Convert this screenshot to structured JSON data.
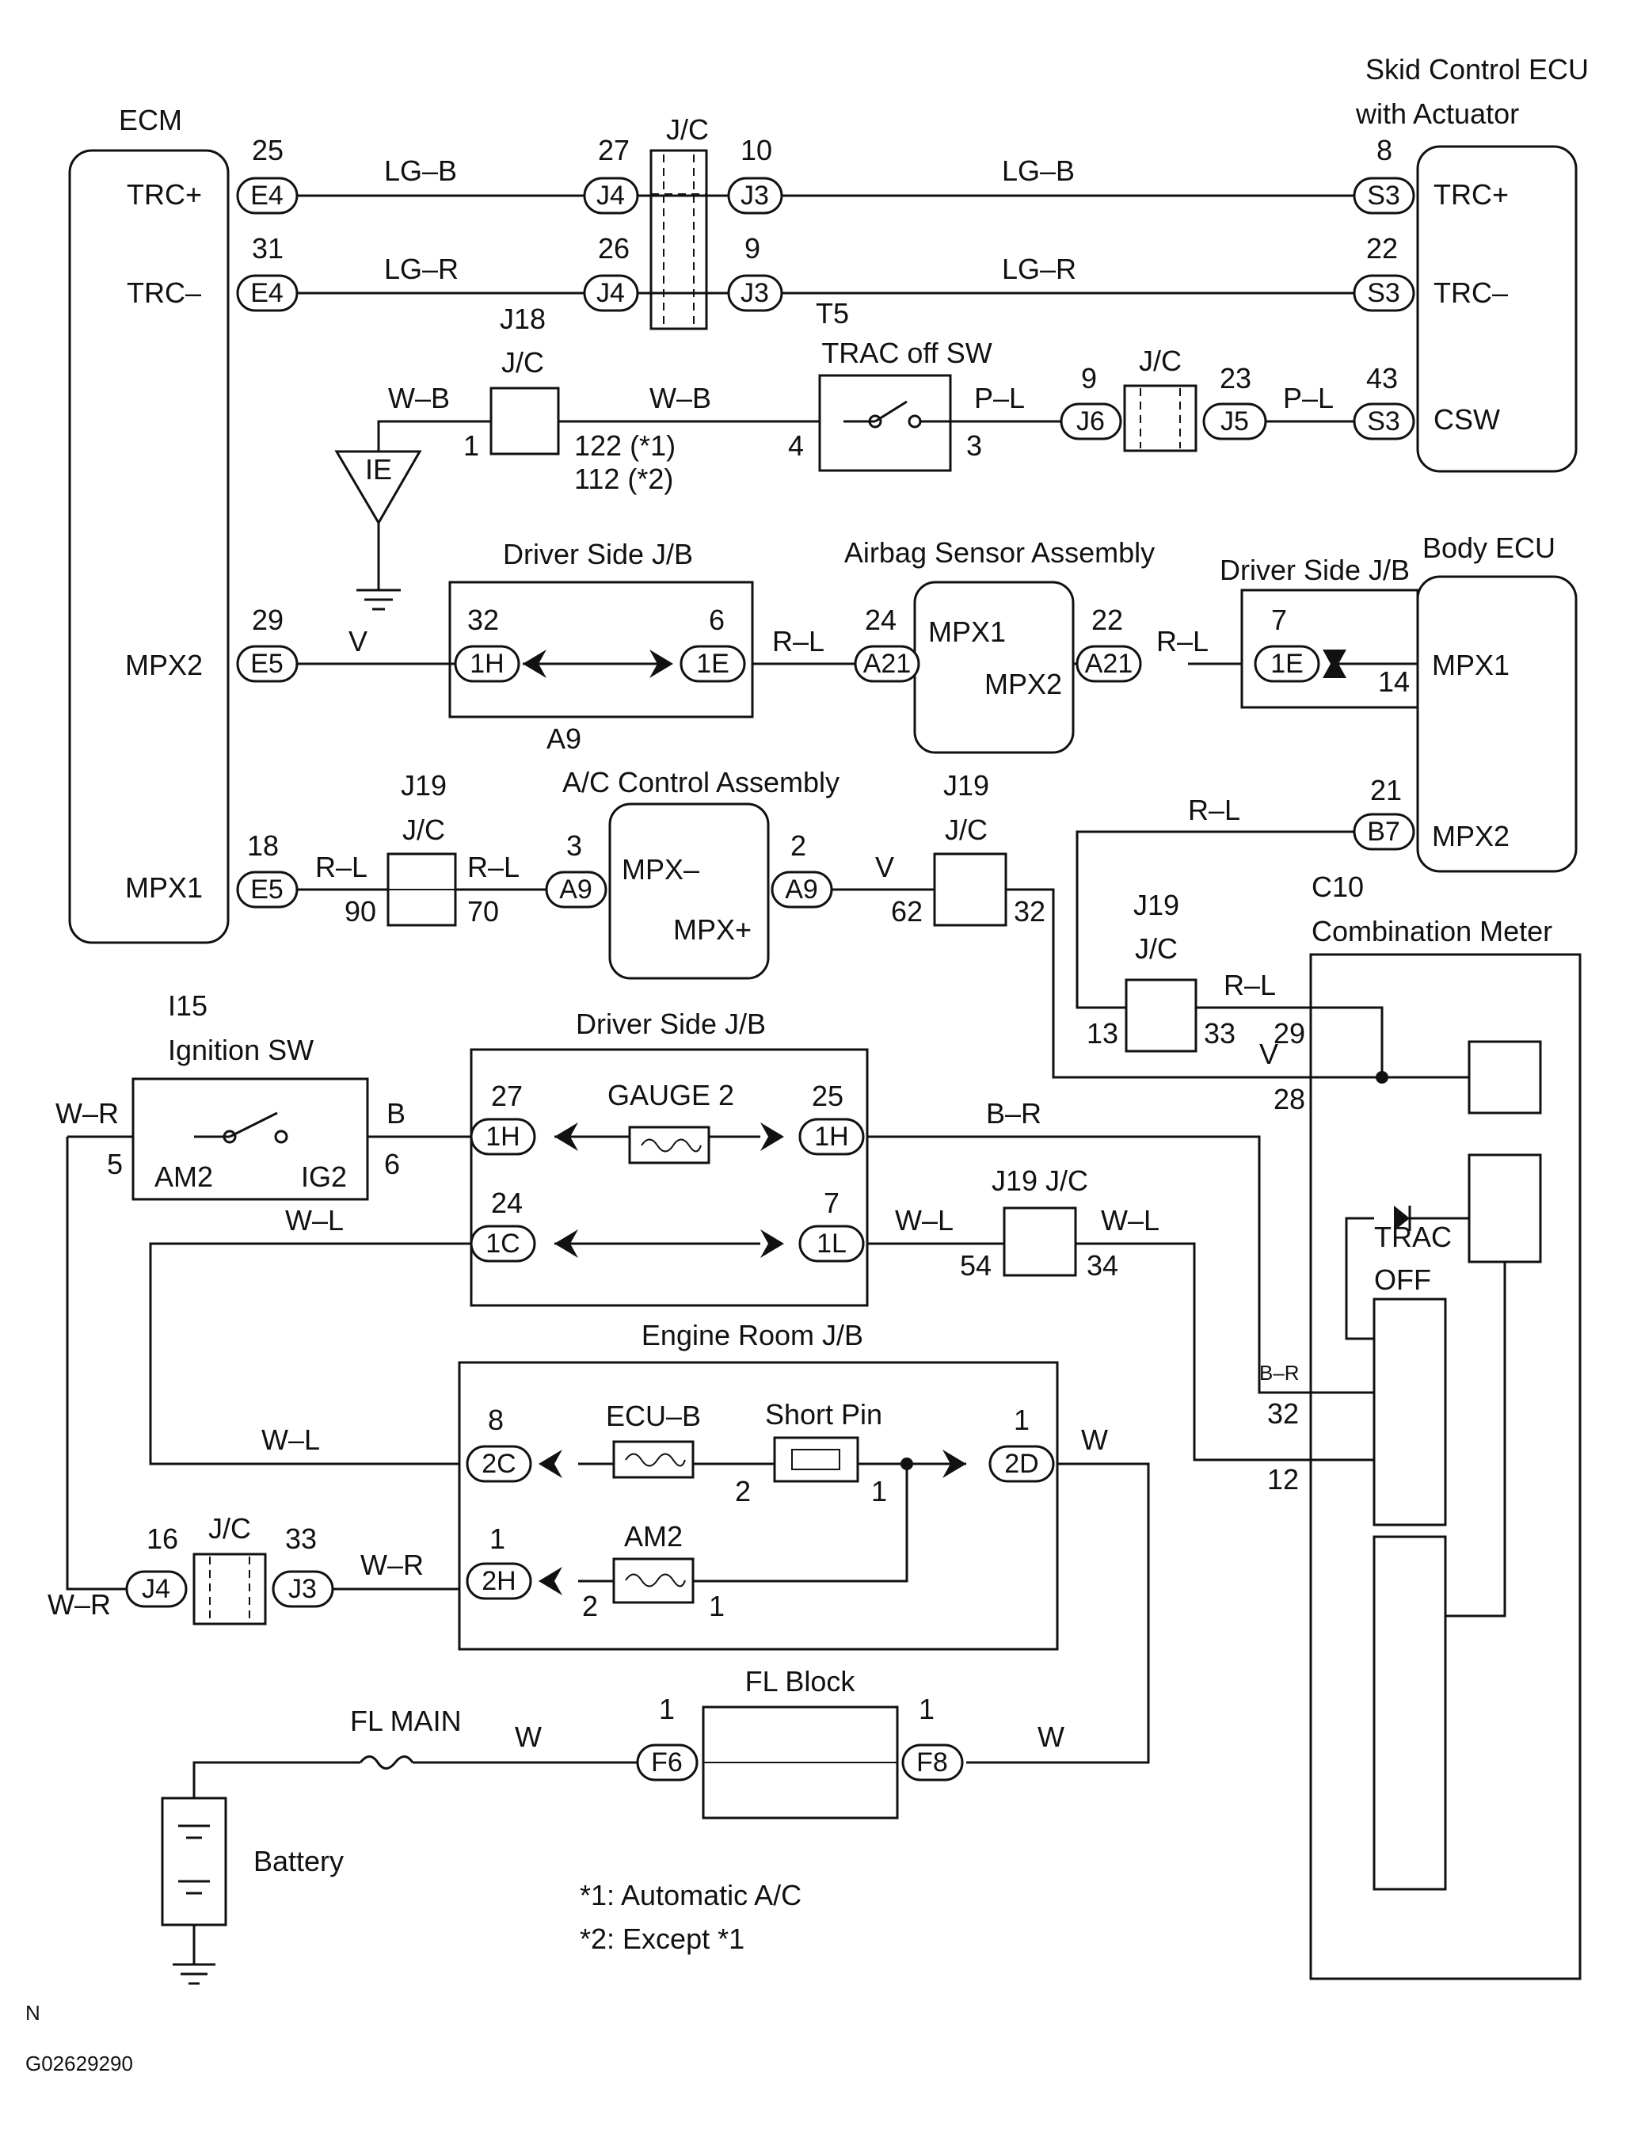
{
  "components": {
    "ecm": "ECM",
    "skid_ecu_line1": "Skid Control ECU",
    "skid_ecu_line2": "with Actuator",
    "trac_off_sw": "TRAC off SW",
    "driver_jb_1": "Driver Side J/B",
    "airbag": "Airbag Sensor Assembly",
    "driver_jb_2": "Driver Side J/B",
    "body_ecu": "Body ECU",
    "ac_control": "A/C Control Assembly",
    "ignition_id": "I15",
    "ignition": "Ignition SW",
    "driver_jb_3": "Driver Side J/B",
    "meter_id": "C10",
    "meter": "Combination Meter",
    "engine_jb": "Engine Room J/B",
    "fl_block": "FL Block",
    "fl_main": "FL MAIN",
    "battery": "Battery",
    "ground_ie": "IE"
  },
  "terminals": {
    "ecm_trc_plus": "TRC+",
    "ecm_trc_minus": "TRC–",
    "ecm_mpx2": "MPX2",
    "ecm_mpx1": "MPX1",
    "skid_trc_plus": "TRC+",
    "skid_trc_minus": "TRC–",
    "skid_csw": "CSW",
    "airbag_mpx1": "MPX1",
    "airbag_mpx2": "MPX2",
    "body_mpx1": "MPX1",
    "body_mpx2": "MPX2",
    "ac_mpx_minus": "MPX–",
    "ac_mpx_plus": "MPX+",
    "ign_am2": "AM2",
    "ign_ig2": "IG2",
    "gauge2": "GAUGE 2",
    "ecu_b": "ECU–B",
    "short_pin": "Short Pin",
    "am2_fuse": "AM2",
    "trac_off_lamp_1": "TRAC",
    "trac_off_lamp_2": "OFF"
  },
  "junctions": {
    "jc": "J/C",
    "j18": "J18",
    "j19": "J19",
    "j19_jc": "J19 J/C",
    "t5": "T5",
    "a9": "A9"
  },
  "connectors": {
    "e4a": "E4",
    "e4b": "E4",
    "e5a": "E5",
    "e5b": "E5",
    "j4a": "J4",
    "j4b": "J4",
    "j3a": "J3",
    "j3b": "J3",
    "s3a": "S3",
    "s3b": "S3",
    "s3c": "S3",
    "j6": "J6",
    "j5": "J5",
    "h1a": "1H",
    "e1a": "1E",
    "a21a": "A21",
    "a21b": "A21",
    "e1b": "1E",
    "b7": "B7",
    "a9a": "A9",
    "a9b": "A9",
    "h1b": "1H",
    "h1c": "1H",
    "c1": "1C",
    "l1": "1L",
    "c2": "2C",
    "d2": "2D",
    "h2": "2H",
    "j4c": "J4",
    "j3c": "J3",
    "f6": "F6",
    "f8": "F8"
  },
  "wire_colors": {
    "lgb1": "LG–B",
    "lgb2": "LG–B",
    "lgr1": "LG–R",
    "lgr2": "LG–R",
    "wb1": "W–B",
    "wb2": "W–B",
    "pl1": "P–L",
    "pl2": "P–L",
    "v1": "V",
    "rl1": "R–L",
    "rl2": "R–L",
    "rl3": "R–L",
    "rl4": "R–L",
    "rl5": "R–L",
    "v2": "V",
    "rl6": "R–L",
    "v3": "V",
    "wr1": "W–R",
    "b1": "B",
    "br1": "B–R",
    "wl1": "W–L",
    "wl2": "W–L",
    "wl3": "W–L",
    "br2": "B–R",
    "wl4": "W–L",
    "w1": "W",
    "wr2": "W–R",
    "wr3": "W–R",
    "w2": "W",
    "w3": "W"
  },
  "pins": {
    "p25": "25",
    "p27": "27",
    "p10": "10",
    "p8": "8",
    "p31": "31",
    "p26": "26",
    "p9": "9",
    "p22": "22",
    "p1a": "1",
    "p122": "122 (*1)",
    "p112": "112 (*2)",
    "p4": "4",
    "p3": "3",
    "p9b": "9",
    "p23": "23",
    "p43": "43",
    "p29": "29",
    "p32": "32",
    "p6": "6",
    "p24": "24",
    "p22b": "22",
    "p7": "7",
    "p14": "14",
    "p21": "21",
    "p18": "18",
    "p90": "90",
    "p70": "70",
    "p3b": "3",
    "p2": "2",
    "p62": "62",
    "p32b": "32",
    "p13": "13",
    "p33": "33",
    "p29b": "29",
    "p28": "28",
    "p5": "5",
    "p6b": "6",
    "p27b": "27",
    "p25b": "25",
    "p24b": "24",
    "p7b": "7",
    "p54": "54",
    "p34": "34",
    "p32c": "32",
    "p12": "12",
    "p8b": "8",
    "p1b": "1",
    "p2b": "2",
    "p1c": "1",
    "p16": "16",
    "p33b": "33",
    "p1d": "1",
    "p2c": "2",
    "p1e": "1",
    "p1f": "1",
    "p1g": "1"
  },
  "notes": {
    "n1": "*1: Automatic A/C",
    "n2": "*2: Except *1",
    "orient": "N",
    "fig_id": "G02629290"
  }
}
